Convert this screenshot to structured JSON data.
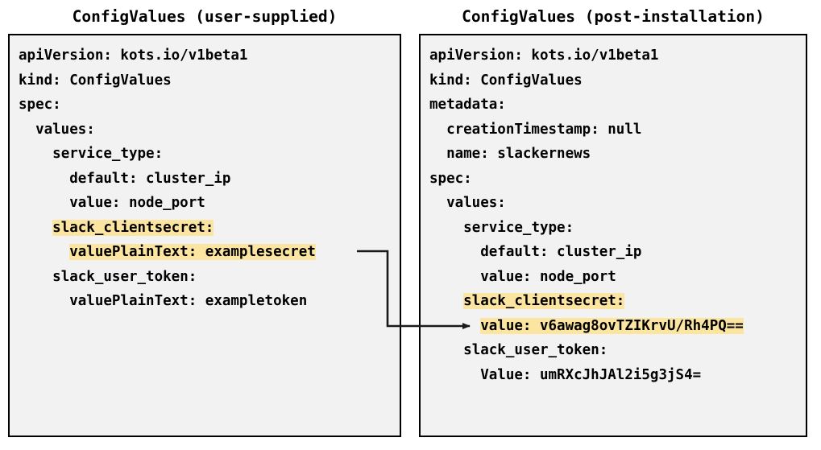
{
  "panels": {
    "left": {
      "title": "ConfigValues (user-supplied)",
      "lines": [
        {
          "text": "apiVersion: kots.io/v1beta1",
          "highlight": false
        },
        {
          "text": "kind: ConfigValues",
          "highlight": false
        },
        {
          "text": "spec:",
          "highlight": false
        },
        {
          "text": "  values:",
          "highlight": false
        },
        {
          "text": "    service_type:",
          "highlight": false
        },
        {
          "text": "      default: cluster_ip",
          "highlight": false
        },
        {
          "text": "      value: node_port",
          "highlight": false
        },
        {
          "text": "    slack_clientsecret:",
          "highlight": true
        },
        {
          "text": "      valuePlainText: examplesecret",
          "highlight": true
        },
        {
          "text": "    slack_user_token:",
          "highlight": false
        },
        {
          "text": "      valuePlainText: exampletoken",
          "highlight": false
        }
      ]
    },
    "right": {
      "title": "ConfigValues (post-installation)",
      "lines": [
        {
          "text": "apiVersion: kots.io/v1beta1",
          "highlight": false
        },
        {
          "text": "kind: ConfigValues",
          "highlight": false
        },
        {
          "text": "metadata:",
          "highlight": false
        },
        {
          "text": "  creationTimestamp: null",
          "highlight": false
        },
        {
          "text": "  name: slackernews",
          "highlight": false
        },
        {
          "text": "spec:",
          "highlight": false
        },
        {
          "text": "  values:",
          "highlight": false
        },
        {
          "text": "    service_type:",
          "highlight": false
        },
        {
          "text": "      default: cluster_ip",
          "highlight": false
        },
        {
          "text": "      value: node_port",
          "highlight": false
        },
        {
          "text": "    slack_clientsecret:",
          "highlight": true
        },
        {
          "text": "      value: v6awag8ovTZIKrvU/Rh4PQ==",
          "highlight": true
        },
        {
          "text": "    slack_user_token:",
          "highlight": false
        },
        {
          "text": "      Value: umRXcJhJAl2i5g3jS4=",
          "highlight": false
        }
      ]
    }
  },
  "connector": {
    "label": "encryption-arrow",
    "from_line": "      valuePlainText: examplesecret",
    "to_line": "      value: v6awag8ovTZIKrvU/Rh4PQ=="
  },
  "colors": {
    "highlight": "#fce5a1",
    "panel_background": "#f2f2f2",
    "panel_border": "#000000",
    "text": "#000000",
    "page_background": "#ffffff"
  }
}
